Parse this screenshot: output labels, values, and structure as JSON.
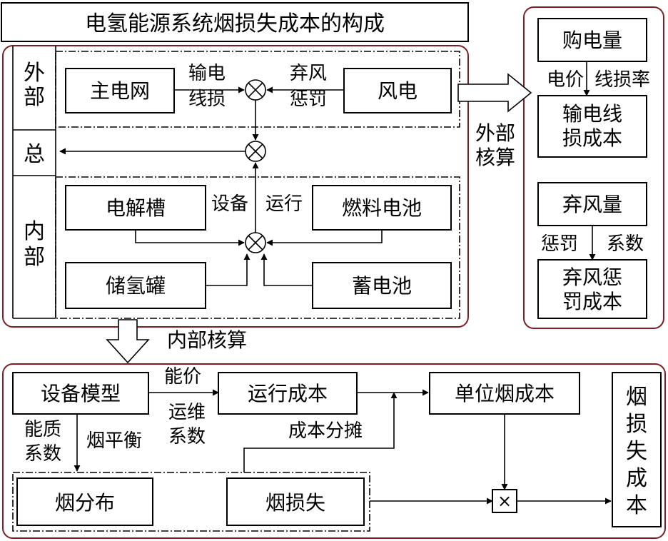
{
  "title": "电氢能源系统烟损失成本的构成",
  "external_section": {
    "side_label_external": "外\n部",
    "side_label_total": "总",
    "side_label_internal": "内\n部",
    "node_main_grid": "主电网",
    "node_wind": "风电",
    "edge_transmission_loss": "输电\n线损",
    "edge_curtailment_penalty": "弃风\n惩罚",
    "node_electrolyzer": "电解槽",
    "node_fuel_cell": "燃料电池",
    "node_h2_tank": "储氢罐",
    "node_battery": "蓄电池",
    "edge_equipment": "设备",
    "edge_operation": "运行"
  },
  "accounting": {
    "external_label": "外部\n核算",
    "internal_label": "内部核算"
  },
  "right_panel": {
    "node_purchase": "购电量",
    "edge_price": "电价",
    "edge_loss_rate": "线损率",
    "node_trans_cost": "输电线\n损成本",
    "node_curtail_qty": "弃风量",
    "edge_penalty": "惩罚",
    "edge_coef": "系数",
    "node_curtail_cost": "弃风惩\n罚成本"
  },
  "bottom_section": {
    "node_device_model": "设备模型",
    "edge_energy_price": "能价",
    "edge_om_coef": "运维\n系数",
    "node_operating_cost": "运行成本",
    "node_unit_exergy_cost": "单位烟成本",
    "edge_quality_coef": "能质\n系数",
    "edge_exergy_balance": "烟平衡",
    "edge_cost_allocation": "成本分摊",
    "node_exergy_distribution": "烟分布",
    "node_exergy_loss": "烟损失",
    "multiply_symbol": "×",
    "node_exergy_loss_cost": "烟\n损\n失\n成\n本"
  }
}
